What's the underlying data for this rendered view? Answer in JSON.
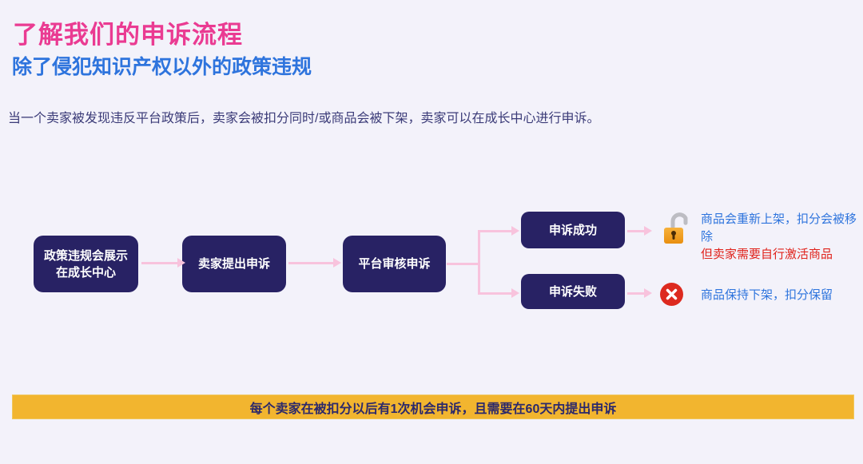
{
  "page": {
    "title": "了解我们的申诉流程",
    "subtitle": "除了侵犯知识产权以外的政策违规",
    "description": "当一个卖家被发现违反平台政策后，卖家会被扣分同时/或商品会被下架，卖家可以在成长中心进行申诉。"
  },
  "flow": {
    "steps": [
      {
        "label": "政策违规会展示\n在成长中心"
      },
      {
        "label": "卖家提出申诉"
      },
      {
        "label": "平台审核申诉"
      }
    ],
    "success": {
      "label": "申诉成功",
      "icon": "unlocked-padlock-icon",
      "result": "商品会重新上架，扣分会被移除",
      "warning": "但卖家需要自行激活商品"
    },
    "failure": {
      "label": "申诉失败",
      "icon": "red-cross-icon",
      "result": "商品保持下架，扣分保留"
    }
  },
  "banner": {
    "text": "每个卖家在被扣分以后有1次机会申诉，且需要在60天内提出申诉"
  },
  "colors": {
    "background": "#f3f2fa",
    "title_pink": "#ea3b92",
    "subtitle_blue": "#2e74dd",
    "body_navy": "#3b3b78",
    "box_navy": "#282264",
    "arrow_pink": "#f8c3dd",
    "banner_yellow": "#f2b52f",
    "alert_red": "#e0231c",
    "lock_orange": "#f09c2a"
  }
}
